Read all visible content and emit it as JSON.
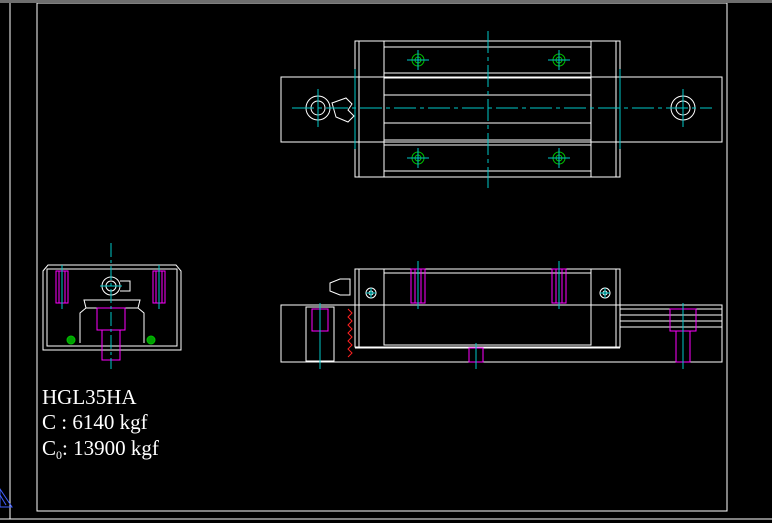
{
  "spec": {
    "model": "HGL35HA",
    "c_label": "C",
    "c_value": ": 6140 kgf",
    "c0_label": "C",
    "c0_sub": "0",
    "c0_value": ": 13900 kgf"
  },
  "colors": {
    "background": "#000000",
    "outline": "#ffffff",
    "centerline": "#00c8c8",
    "hidden_bolt": "#ff00ff",
    "hole_fill": "#00c000",
    "seal": "#ff2020",
    "frame": "#ffffff",
    "ucs_icon": "#4060ff"
  },
  "icons": {
    "ucs": "ucs-triangle-icon"
  }
}
